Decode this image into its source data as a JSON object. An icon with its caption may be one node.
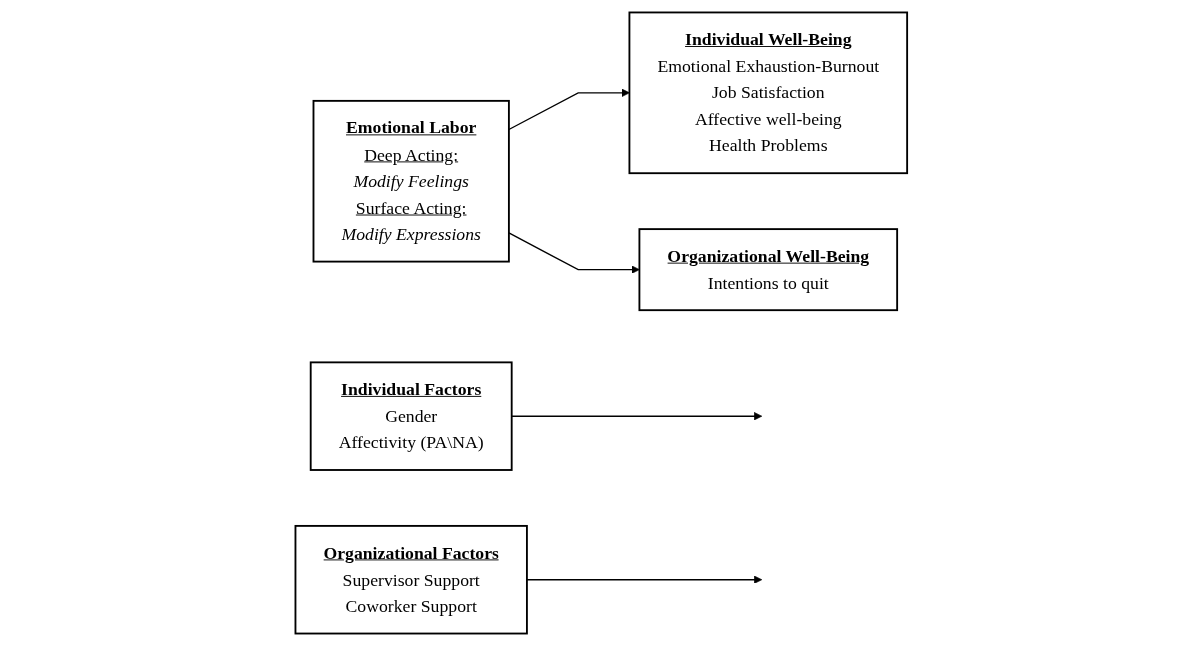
{
  "diagram": {
    "nodes": [
      {
        "text": [
          "Emotional Labor",
          "Deep Acting:",
          "Modify Feelings",
          "Surface Acting:",
          "Modify Expressions"
        ]
      },
      {
        "text": [
          "Individual Well-Being",
          "Emotional Exhaustion-Burnout",
          "Job Satisfaction",
          "Affective well-being",
          "Health Problems"
        ]
      },
      {
        "text": [
          "Organizational Well-Being",
          "Intentions to quit"
        ]
      },
      {
        "text": [
          "Individual Factors",
          "Gender",
          "Affectivity (PA\\NA)"
        ]
      },
      {
        "text": [
          "Organizational Factors",
          "Supervisor Support",
          "Coworker Support"
        ]
      }
    ],
    "edges": [
      {
        "from": 0,
        "to": 1,
        "arrow": "to"
      },
      {
        "from": 0,
        "to": 2,
        "arrow": "to"
      },
      {
        "from": 3,
        "to": null,
        "arrow": "to"
      },
      {
        "from": 4,
        "to": null,
        "arrow": "to"
      }
    ]
  }
}
